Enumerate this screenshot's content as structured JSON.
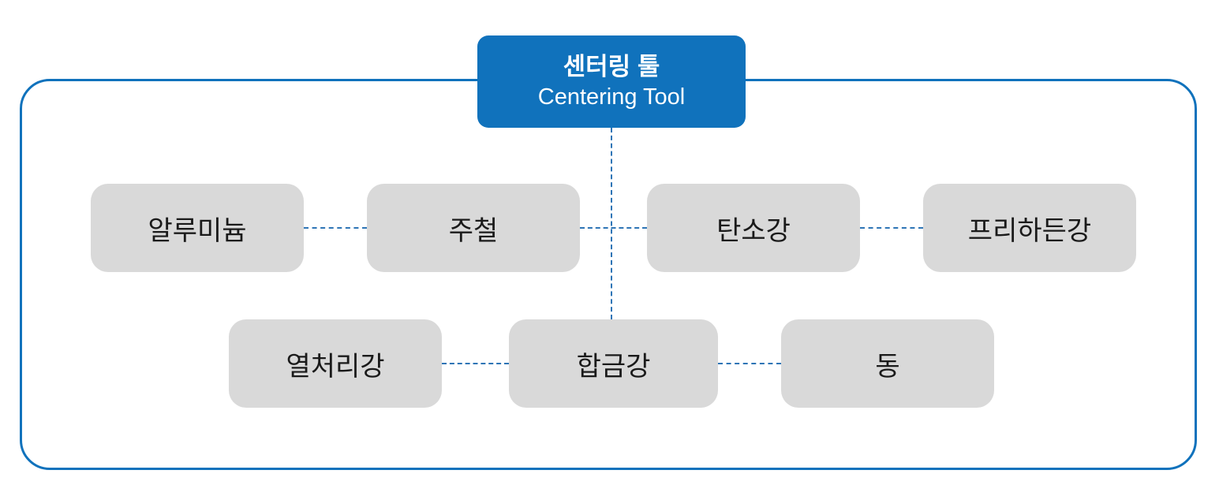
{
  "title": {
    "korean": "센터링 툴",
    "english": "Centering Tool"
  },
  "materials_row1": [
    "알루미늄",
    "주철",
    "탄소강",
    "프리하든강"
  ],
  "materials_row2": [
    "열처리강",
    "합금강",
    "동"
  ],
  "colors": {
    "accent_blue": "#1072BC",
    "connector_blue": "#2E75B6",
    "box_gray": "#D9D9D9",
    "title_text": "#FFFFFF",
    "label_text": "#1A1A1A"
  }
}
